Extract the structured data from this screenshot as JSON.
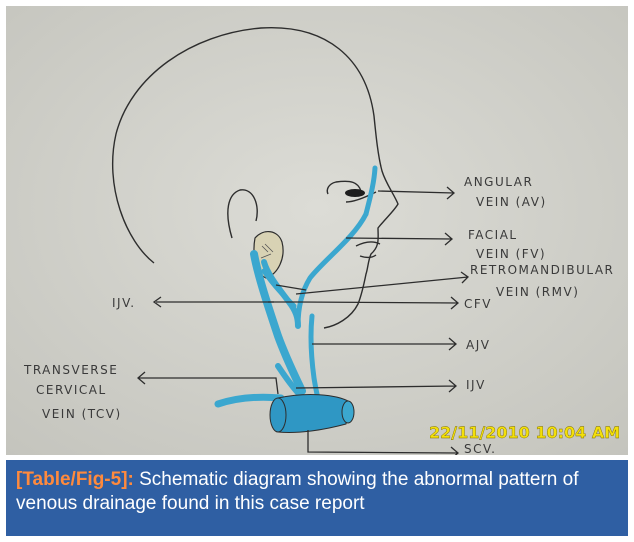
{
  "labels": {
    "av_line1": "ANGULAR",
    "av_line2": "VEIN (AV)",
    "fv_line1": "FACIAL",
    "fv_line2": "VEIN (FV)",
    "rmv_line1": "RETROMANDIBULAR",
    "rmv_line2": "VEIN (RMV)",
    "ijv_left": "IJV.",
    "cfv": "CFV",
    "ajv": "AJV",
    "ijv_right": "IJV",
    "tcv_line1": "TRANSVERSE",
    "tcv_line2": "CERVICAL",
    "tcv_line3": "VEIN (TCV)",
    "scv": "SCV."
  },
  "timestamp": "22/11/2010 10:04 AM",
  "caption": {
    "label": "[Table/Fig-5]:",
    "text": " Schematic diagram showing the abnormal pattern of venous drainage found in this case report"
  },
  "colors": {
    "vein": "#3ba7cf",
    "ink": "#2d2d2d",
    "paper": "#d4d4cf",
    "caption_bg": "#2f5fa3",
    "caption_label": "#ff8a3d",
    "stamp": "#f4e00a"
  }
}
